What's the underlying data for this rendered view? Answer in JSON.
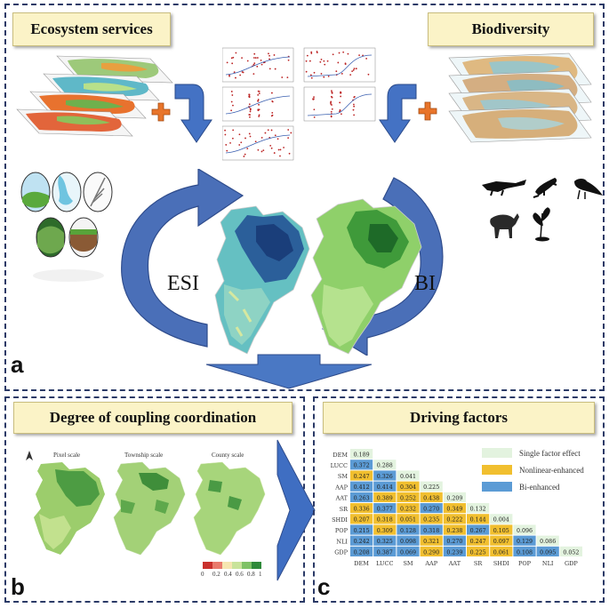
{
  "panel_a": {
    "letter": "a",
    "title_left": "Ecosystem services",
    "title_right": "Biodiversity",
    "label_esi": "ESI",
    "label_bi": "BI"
  },
  "panel_b": {
    "letter": "b",
    "title": "Degree of coupling coordination",
    "scales": [
      "Pixel scale",
      "Township scale",
      "County scale"
    ],
    "colorbar_ticks": [
      "0",
      "0.2",
      "0.4",
      "0.6",
      "0.8",
      "1"
    ]
  },
  "panel_c": {
    "letter": "c",
    "title": "Driving factors",
    "legend": [
      {
        "label": "Single factor effect",
        "color": "#e3f3df"
      },
      {
        "label": "Nonlinear-enhanced",
        "color": "#f1bf2f"
      },
      {
        "label": "Bi-enhanced",
        "color": "#5b9bd5"
      }
    ]
  },
  "chart_data": {
    "type": "heatmap",
    "factors": [
      "DEM",
      "LUCC",
      "SM",
      "AAP",
      "AAT",
      "SR",
      "SHDI",
      "POP",
      "NLI",
      "GDP"
    ],
    "rows": [
      {
        "row": "DEM",
        "values": [
          "0.189"
        ],
        "types": [
          "s"
        ]
      },
      {
        "row": "LUCC",
        "values": [
          "0.372",
          "0.288"
        ],
        "types": [
          "b",
          "s"
        ]
      },
      {
        "row": "SM",
        "values": [
          "0.247",
          "0.326",
          "0.041"
        ],
        "types": [
          "n",
          "b",
          "s"
        ]
      },
      {
        "row": "AAP",
        "values": [
          "0.412",
          "0.414",
          "0.304",
          "0.225"
        ],
        "types": [
          "b",
          "b",
          "n",
          "s"
        ]
      },
      {
        "row": "AAT",
        "values": [
          "0.263",
          "0.389",
          "0.252",
          "0.438",
          "0.209"
        ],
        "types": [
          "b",
          "n",
          "n",
          "n",
          "s"
        ]
      },
      {
        "row": "SR",
        "values": [
          "0.336",
          "0.377",
          "0.232",
          "0.270",
          "0.349",
          "0.132"
        ],
        "types": [
          "n",
          "b",
          "n",
          "b",
          "n",
          "s"
        ]
      },
      {
        "row": "SHDI",
        "values": [
          "0.207",
          "0.318",
          "0.051",
          "0.235",
          "0.222",
          "0.144",
          "0.004"
        ],
        "types": [
          "n",
          "n",
          "n",
          "n",
          "n",
          "n",
          "s"
        ]
      },
      {
        "row": "POP",
        "values": [
          "0.215",
          "0.309",
          "0.128",
          "0.318",
          "0.238",
          "0.267",
          "0.105",
          "0.096"
        ],
        "types": [
          "b",
          "n",
          "b",
          "b",
          "n",
          "b",
          "n",
          "s"
        ]
      },
      {
        "row": "NLI",
        "values": [
          "0.242",
          "0.325",
          "0.098",
          "0.321",
          "0.270",
          "0.247",
          "0.097",
          "0.129",
          "0.086"
        ],
        "types": [
          "b",
          "b",
          "b",
          "n",
          "b",
          "n",
          "n",
          "b",
          "s"
        ]
      },
      {
        "row": "GDP",
        "values": [
          "0.208",
          "0.387",
          "0.069",
          "0.290",
          "0.239",
          "0.225",
          "0.061",
          "0.108",
          "0.095",
          "0.052"
        ],
        "types": [
          "b",
          "b",
          "b",
          "n",
          "b",
          "n",
          "n",
          "b",
          "b",
          "s"
        ]
      }
    ],
    "colors": {
      "s": "#e3f3df",
      "n": "#f1bf2f",
      "b": "#5b9bd5"
    }
  }
}
